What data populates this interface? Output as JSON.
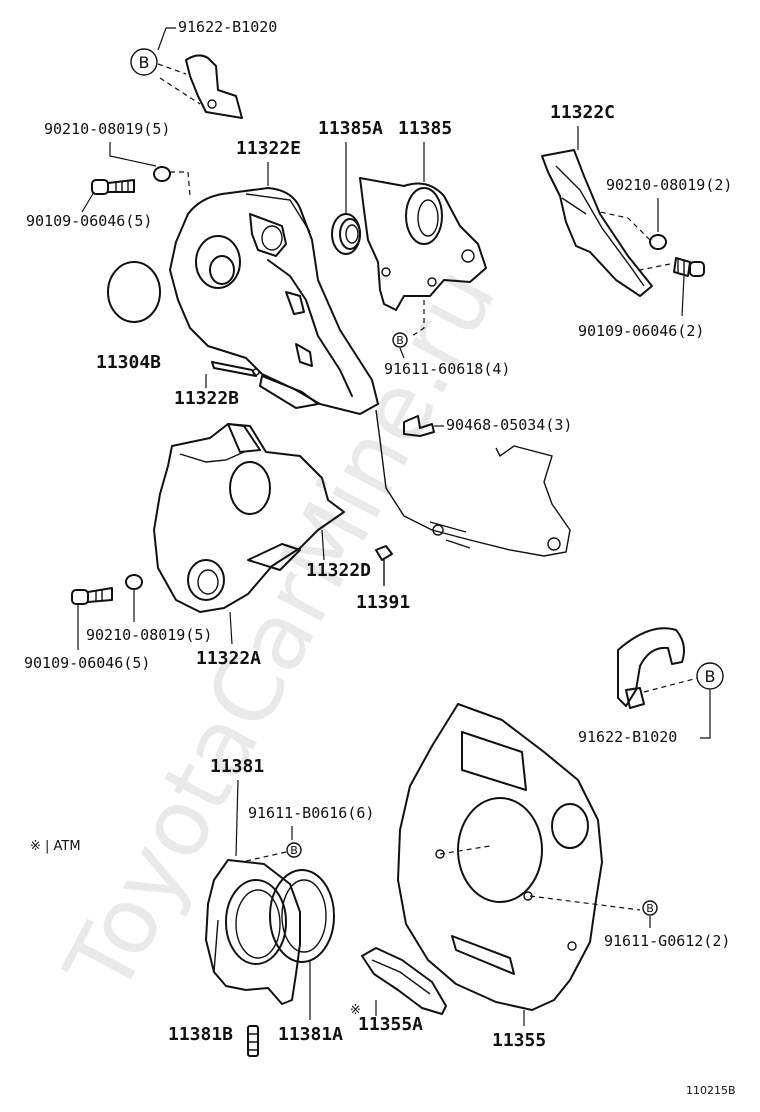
{
  "watermark": "ToyotaCarMine.ru",
  "diagram_code": "110215B",
  "note": "※ | ATM",
  "ref_letter": "B",
  "labels": {
    "p91622_top": "91622-B1020",
    "p90210_a": "90210-08019(5)",
    "p11322E": "11322E",
    "p11385A": "11385A",
    "p11385": "11385",
    "p11322C": "11322C",
    "p90210_b": "90210-08019(2)",
    "p90109_a": "90109-06046(5)",
    "p90109_b": "90109-06046(2)",
    "p11304B": "11304B",
    "p11322B": "11322B",
    "p91611_60618": "91611-60618(4)",
    "p90468": "90468-05034(3)",
    "p11322D": "11322D",
    "p11391": "11391",
    "p90210_c": "90210-08019(5)",
    "p90109_c": "90109-06046(5)",
    "p11322A": "11322A",
    "p91622_bottom": "91622-B1020",
    "p11381": "11381",
    "p91611_B0616": "91611-B0616(6)",
    "p91611_G0612": "91611-G0612(2)",
    "p11381B": "11381B",
    "p11381A": "11381A",
    "p11355A": "11355A",
    "p11355": "11355",
    "mark_11355A": "※"
  }
}
